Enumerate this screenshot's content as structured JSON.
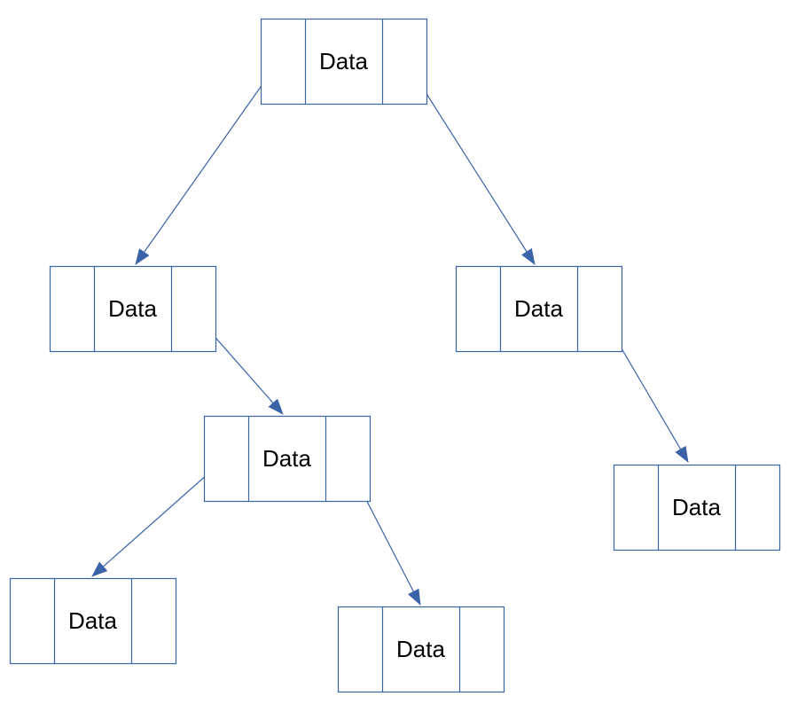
{
  "colors": {
    "stroke": "#3a63a8",
    "text": "#000000",
    "background": "#ffffff"
  },
  "nodes": [
    {
      "id": "root",
      "label": "Data"
    },
    {
      "id": "left",
      "label": "Data"
    },
    {
      "id": "right",
      "label": "Data"
    },
    {
      "id": "left-right",
      "label": "Data"
    },
    {
      "id": "right-right",
      "label": "Data"
    },
    {
      "id": "left-right-left",
      "label": "Data"
    },
    {
      "id": "left-right-right",
      "label": "Data"
    }
  ],
  "edges": [
    {
      "from": "root",
      "to": "left",
      "side": "left"
    },
    {
      "from": "root",
      "to": "right",
      "side": "right"
    },
    {
      "from": "left",
      "to": "left-right",
      "side": "right"
    },
    {
      "from": "right",
      "to": "right-right",
      "side": "right"
    },
    {
      "from": "left-right",
      "to": "left-right-left",
      "side": "left"
    },
    {
      "from": "left-right",
      "to": "left-right-right",
      "side": "right"
    }
  ]
}
